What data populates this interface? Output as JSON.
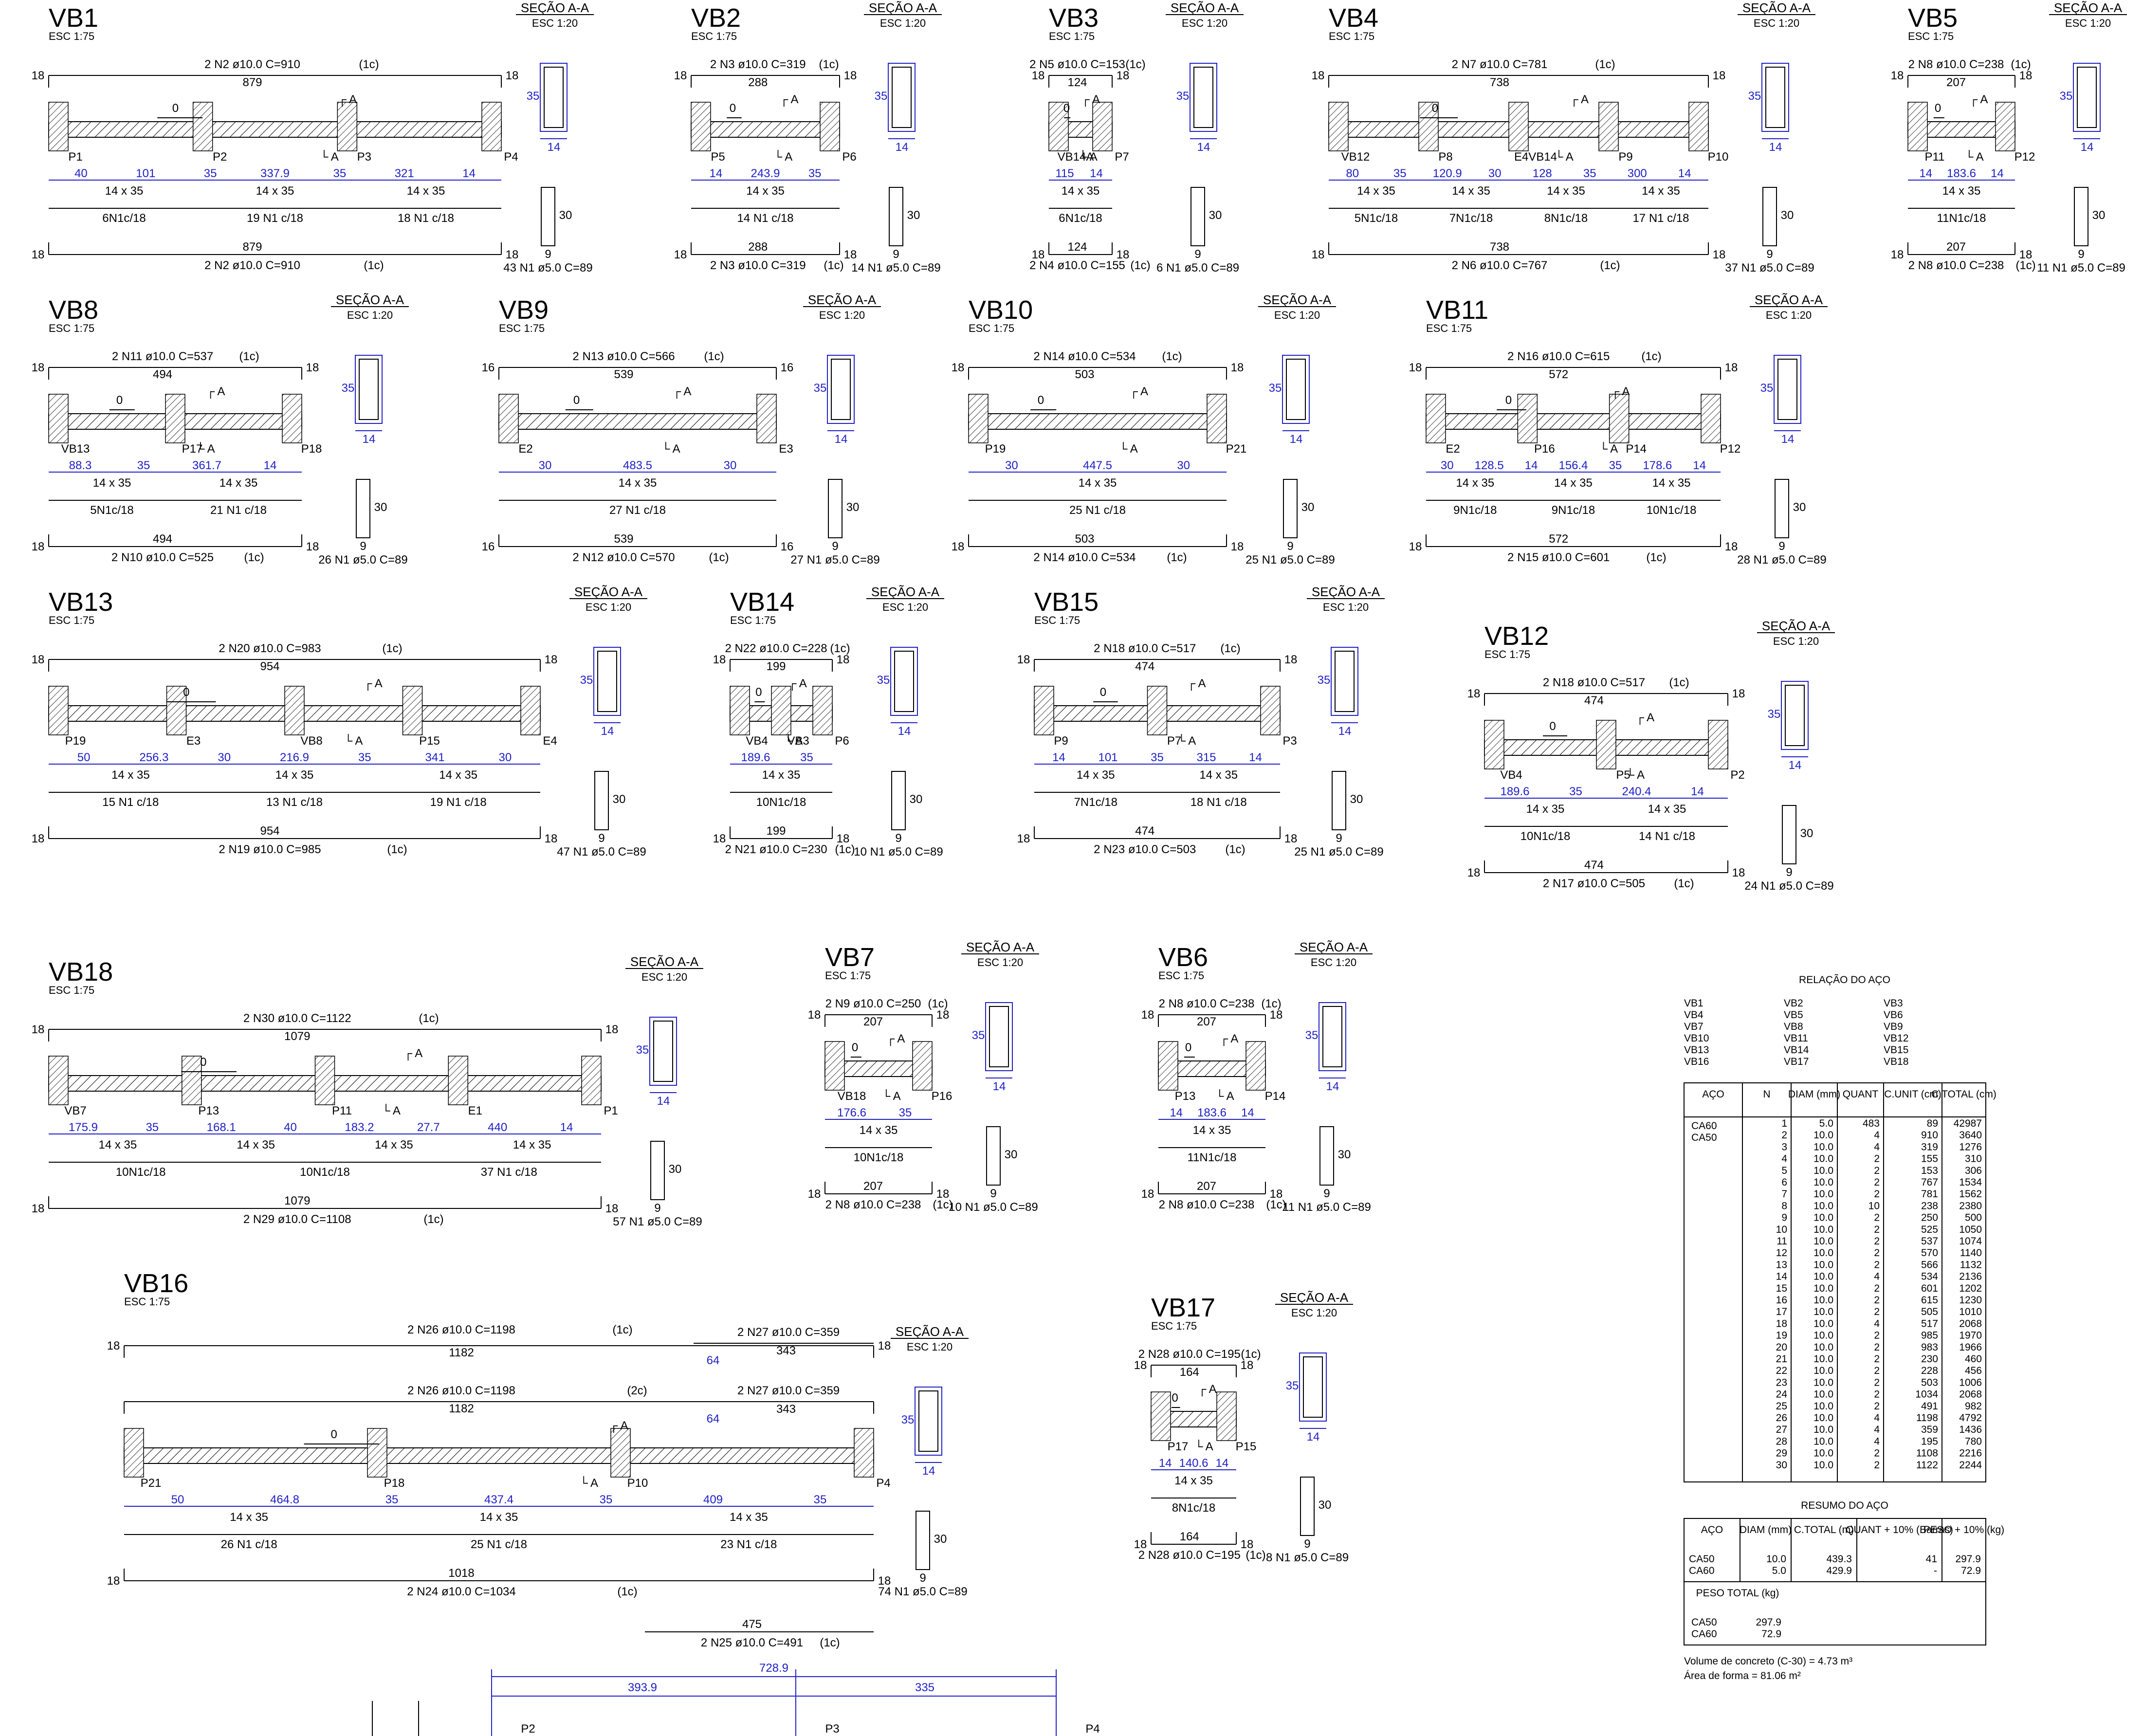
{
  "colors": {
    "ink": "#000000",
    "dimension": "#2020c8",
    "paper": "#ffffff"
  },
  "section_title": "SEÇÃO A-A",
  "section_scale": "ESC 1:20",
  "beam_scale": "ESC 1:75",
  "section_dims": {
    "height": "35",
    "width": "14",
    "stirrup_leg": "30",
    "stirrup_hook": "9"
  },
  "beams": [
    {
      "name": "VB1",
      "top": "2 N2 ø10.0 C=910",
      "top_len": "879",
      "bot": "2 N2 ø10.0 C=910",
      "bot_len": "879",
      "anch": "18",
      "spans": [
        [
          "40",
          "101",
          "35",
          "337.9",
          "35",
          "321",
          "14"
        ]
      ],
      "dims": [
        "14 x 35",
        "14 x 35",
        "14 x 35"
      ],
      "stir": [
        "6N1c/18",
        "19 N1 c/18",
        "18 N1 c/18"
      ],
      "supports": [
        "P1",
        "P2",
        "P3",
        "P4"
      ],
      "stirrups": "43 N1 ø5.0 C=89"
    },
    {
      "name": "VB2",
      "top": "2 N3 ø10.0 C=319",
      "top_len": "288",
      "bot": "2 N3 ø10.0 C=319",
      "bot_len": "288",
      "anch": "18",
      "spans": [
        [
          "14",
          "243.9",
          "35"
        ]
      ],
      "dims": [
        "14 x 35"
      ],
      "stir": [
        "14 N1 c/18"
      ],
      "supports": [
        "P5",
        "P6"
      ],
      "stirrups": "14 N1 ø5.0 C=89"
    },
    {
      "name": "VB3",
      "top": "2 N5 ø10.0 C=153",
      "top_len": "124",
      "bot": "2 N4 ø10.0 C=155",
      "bot_len": "124",
      "anch": "18",
      "spans": [
        [
          "115",
          "14"
        ]
      ],
      "dims": [
        "14 x 35"
      ],
      "stir": [
        "6N1c/18"
      ],
      "supports": [
        "VB14A",
        "P7"
      ],
      "stirrups": "6 N1 ø5.0 C=89"
    },
    {
      "name": "VB4",
      "top": "2 N7 ø10.0 C=781",
      "top_len": "738",
      "bot": "2 N6 ø10.0 C=767",
      "bot_len": "738",
      "anch": "18",
      "spans": [
        [
          "80",
          "35",
          "120.9",
          "30",
          "128",
          "35",
          "300",
          "14"
        ]
      ],
      "dims": [
        "14 x 35",
        "14 x 35",
        "14 x 35",
        "14 x 35"
      ],
      "stir": [
        "5N1c/18",
        "7N1c/18",
        "8N1c/18",
        "17 N1 c/18"
      ],
      "supports": [
        "VB12",
        "P8",
        "E4VB14",
        "P9",
        "P10"
      ],
      "stirrups": "37 N1 ø5.0 C=89"
    },
    {
      "name": "VB5",
      "top": "2 N8 ø10.0 C=238",
      "top_len": "207",
      "bot": "2 N8 ø10.0 C=238",
      "bot_len": "207",
      "anch": "18",
      "spans": [
        [
          "14",
          "183.6",
          "14"
        ]
      ],
      "dims": [
        "14 x 35"
      ],
      "stir": [
        "11N1c/18"
      ],
      "supports": [
        "P11",
        "P12"
      ],
      "stirrups": "11 N1 ø5.0 C=89"
    },
    {
      "name": "VB8",
      "top": "2 N11 ø10.0 C=537",
      "top_len": "494",
      "bot": "2 N10 ø10.0 C=525",
      "bot_len": "494",
      "anch": "18",
      "spans": [
        [
          "88.3",
          "35",
          "361.7",
          "14"
        ]
      ],
      "dims": [
        "14 x 35",
        "14 x 35"
      ],
      "stir": [
        "5N1c/18",
        "21 N1 c/18"
      ],
      "supports": [
        "VB13",
        "P17",
        "P18"
      ],
      "stirrups": "26 N1 ø5.0 C=89"
    },
    {
      "name": "VB9",
      "top": "2 N13 ø10.0 C=566",
      "top_len": "539",
      "bot": "2 N12 ø10.0 C=570",
      "bot_len": "539",
      "anch": "16",
      "spans": [
        [
          "30",
          "483.5",
          "30"
        ]
      ],
      "dims": [
        "14 x 35"
      ],
      "stir": [
        "27 N1 c/18"
      ],
      "supports": [
        "E2",
        "E3"
      ],
      "stirrups": "27 N1 ø5.0 C=89"
    },
    {
      "name": "VB10",
      "top": "2 N14 ø10.0 C=534",
      "top_len": "503",
      "bot": "2 N14 ø10.0 C=534",
      "bot_len": "503",
      "anch": "18",
      "spans": [
        [
          "30",
          "447.5",
          "30"
        ]
      ],
      "dims": [
        "14 x 35"
      ],
      "stir": [
        "25 N1 c/18"
      ],
      "supports": [
        "P19",
        "P21"
      ],
      "stirrups": "25 N1 ø5.0 C=89"
    },
    {
      "name": "VB11",
      "top": "2 N16 ø10.0 C=615",
      "top_len": "572",
      "bot": "2 N15 ø10.0 C=601",
      "bot_len": "572",
      "anch": "18",
      "spans": [
        [
          "30",
          "128.5",
          "14",
          "156.4",
          "35",
          "178.6",
          "14"
        ]
      ],
      "dims": [
        "14 x 35",
        "14 x 35",
        "14 x 35"
      ],
      "stir": [
        "9N1c/18",
        "9N1c/18",
        "10N1c/18"
      ],
      "supports": [
        "E2",
        "P16",
        "P14",
        "P12"
      ],
      "stirrups": "28 N1 ø5.0 C=89"
    },
    {
      "name": "VB13",
      "top": "2 N20 ø10.0 C=983",
      "top_len": "954",
      "bot": "2 N19 ø10.0 C=985",
      "bot_len": "954",
      "anch": "18",
      "spans": [
        [
          "50",
          "256.3",
          "30",
          "216.9",
          "35",
          "341",
          "30"
        ]
      ],
      "dims": [
        "14 x 35",
        "14 x 35",
        "14 x 35"
      ],
      "stir": [
        "15 N1 c/18",
        "13 N1 c/18",
        "19 N1 c/18"
      ],
      "supports": [
        "P19",
        "E3",
        "VB8",
        "P15",
        "E4"
      ],
      "stirrups": "47 N1 ø5.0 C=89"
    },
    {
      "name": "VB14",
      "top": "2 N22 ø10.0 C=228",
      "top_len": "199",
      "bot": "2 N21 ø10.0 C=230",
      "bot_len": "199",
      "anch": "18",
      "spans": [
        [
          "189.6",
          "35"
        ]
      ],
      "dims": [
        "14 x 35"
      ],
      "stir": [
        "10N1c/18"
      ],
      "supports": [
        "VB4",
        "VB3",
        "P6"
      ],
      "stirrups": "10 N1 ø5.0 C=89"
    },
    {
      "name": "VB15",
      "top": "2 N18 ø10.0 C=517",
      "top_len": "474",
      "bot": "2 N23 ø10.0 C=503",
      "bot_len": "474",
      "anch": "18",
      "spans": [
        [
          "14",
          "101",
          "35",
          "315",
          "14"
        ]
      ],
      "dims": [
        "14 x 35",
        "14 x 35"
      ],
      "stir": [
        "7N1c/18",
        "18 N1 c/18"
      ],
      "supports": [
        "P9",
        "P7",
        "P3"
      ],
      "stirrups": "25 N1 ø5.0 C=89"
    },
    {
      "name": "VB12",
      "top": "2 N18 ø10.0 C=517",
      "top_len": "474",
      "bot": "2 N17 ø10.0 C=505",
      "bot_len": "474",
      "anch": "18",
      "spans": [
        [
          "189.6",
          "35",
          "240.4",
          "14"
        ]
      ],
      "dims": [
        "14 x 35",
        "14 x 35"
      ],
      "stir": [
        "10N1c/18",
        "14 N1 c/18"
      ],
      "supports": [
        "VB4",
        "P5",
        "P2"
      ],
      "stirrups": "24 N1 ø5.0 C=89"
    },
    {
      "name": "VB18",
      "top": "2 N30 ø10.0 C=1122",
      "top_len": "1079",
      "bot": "2 N29 ø10.0 C=1108",
      "bot_len": "1079",
      "anch": "18",
      "spans": [
        [
          "175.9",
          "35",
          "168.1",
          "40",
          "183.2",
          "27.7",
          "440",
          "14"
        ]
      ],
      "dims": [
        "14 x 35",
        "14 x 35",
        "14 x 35",
        "14 x 35"
      ],
      "stir": [
        "10N1c/18",
        "10N1c/18",
        "37 N1 c/18"
      ],
      "supports": [
        "VB7",
        "P13",
        "P11",
        "E1",
        "P1"
      ],
      "stirrups": "57 N1 ø5.0 C=89"
    },
    {
      "name": "VB7",
      "top": "2 N9 ø10.0 C=250",
      "top_len": "207",
      "bot": "2 N8 ø10.0 C=238",
      "bot_len": "207",
      "anch": "18",
      "spans": [
        [
          "176.6",
          "35"
        ]
      ],
      "dims": [
        "14 x 35"
      ],
      "stir": [
        "10N1c/18"
      ],
      "supports": [
        "VB18",
        "P16"
      ],
      "stirrups": "10 N1 ø5.0 C=89"
    },
    {
      "name": "VB6",
      "top": "2 N8 ø10.0 C=238",
      "top_len": "207",
      "bot": "2 N8 ø10.0 C=238",
      "bot_len": "207",
      "anch": "18",
      "spans": [
        [
          "14",
          "183.6",
          "14"
        ]
      ],
      "dims": [
        "14 x 35"
      ],
      "stir": [
        "11N1c/18"
      ],
      "supports": [
        "P13",
        "P14"
      ],
      "stirrups": "11 N1 ø5.0 C=89"
    },
    {
      "name": "VB16",
      "top": "2 N26 ø10.0 C=1198",
      "top_len": "1182",
      "top2": "2 N26 ø10.0 C=1198",
      "extra": "2 N27 ø10.0 C=359",
      "extra_len": "343",
      "extra_anch": "64",
      "bot": "2 N24 ø10.0 C=1034",
      "bot_len": "1018",
      "bot2": "2 N25 ø10.0 C=491",
      "bot2_len": "475",
      "anch": "18",
      "spans": [
        [
          "50",
          "464.8",
          "35",
          "437.4",
          "35",
          "409",
          "35"
        ]
      ],
      "dims": [
        "14 x 35",
        "14 x 35",
        "14 x 35"
      ],
      "stir": [
        "26 N1 c/18",
        "25 N1 c/18",
        "23 N1 c/18"
      ],
      "supports": [
        "P21",
        "P18",
        "P10",
        "P4"
      ],
      "stirrups": "74 N1 ø5.0 C=89"
    },
    {
      "name": "VB17",
      "top": "2 N28 ø10.0 C=195",
      "top_len": "164",
      "bot": "2 N28 ø10.0 C=195",
      "bot_len": "164",
      "anch": "18",
      "spans": [
        [
          "14",
          "140.6",
          "14"
        ]
      ],
      "dims": [
        "14 x 35"
      ],
      "stir": [
        "8N1c/18"
      ],
      "supports": [
        "P17",
        "P15"
      ],
      "stirrups": "8 N1 ø5.0 C=89"
    }
  ],
  "steel_relation": {
    "title": "RELAÇÃO DO AÇO",
    "beam_list": [
      [
        "VB1",
        "VB2",
        "VB3"
      ],
      [
        "VB4",
        "VB5",
        "VB6"
      ],
      [
        "VB7",
        "VB8",
        "VB9"
      ],
      [
        "VB10",
        "VB11",
        "VB12"
      ],
      [
        "VB13",
        "VB14",
        "VB15"
      ],
      [
        "VB16",
        "VB17",
        "VB18"
      ]
    ],
    "headers": [
      "AÇO",
      "N",
      "DIAM (mm)",
      "QUANT",
      "C.UNIT (cm)",
      "C.TOTAL (cm)"
    ],
    "grades": [
      "CA60",
      "CA50"
    ],
    "rows": [
      [
        "1",
        "5.0",
        "483",
        "89",
        "42987"
      ],
      [
        "2",
        "10.0",
        "4",
        "910",
        "3640"
      ],
      [
        "3",
        "10.0",
        "4",
        "319",
        "1276"
      ],
      [
        "4",
        "10.0",
        "2",
        "155",
        "310"
      ],
      [
        "5",
        "10.0",
        "2",
        "153",
        "306"
      ],
      [
        "6",
        "10.0",
        "2",
        "767",
        "1534"
      ],
      [
        "7",
        "10.0",
        "2",
        "781",
        "1562"
      ],
      [
        "8",
        "10.0",
        "10",
        "238",
        "2380"
      ],
      [
        "9",
        "10.0",
        "2",
        "250",
        "500"
      ],
      [
        "10",
        "10.0",
        "2",
        "525",
        "1050"
      ],
      [
        "11",
        "10.0",
        "2",
        "537",
        "1074"
      ],
      [
        "12",
        "10.0",
        "2",
        "570",
        "1140"
      ],
      [
        "13",
        "10.0",
        "2",
        "566",
        "1132"
      ],
      [
        "14",
        "10.0",
        "4",
        "534",
        "2136"
      ],
      [
        "15",
        "10.0",
        "2",
        "601",
        "1202"
      ],
      [
        "16",
        "10.0",
        "2",
        "615",
        "1230"
      ],
      [
        "17",
        "10.0",
        "2",
        "505",
        "1010"
      ],
      [
        "18",
        "10.0",
        "4",
        "517",
        "2068"
      ],
      [
        "19",
        "10.0",
        "2",
        "985",
        "1970"
      ],
      [
        "20",
        "10.0",
        "2",
        "983",
        "1966"
      ],
      [
        "21",
        "10.0",
        "2",
        "230",
        "460"
      ],
      [
        "22",
        "10.0",
        "2",
        "228",
        "456"
      ],
      [
        "23",
        "10.0",
        "2",
        "503",
        "1006"
      ],
      [
        "24",
        "10.0",
        "2",
        "1034",
        "2068"
      ],
      [
        "25",
        "10.0",
        "2",
        "491",
        "982"
      ],
      [
        "26",
        "10.0",
        "4",
        "1198",
        "4792"
      ],
      [
        "27",
        "10.0",
        "4",
        "359",
        "1436"
      ],
      [
        "28",
        "10.0",
        "4",
        "195",
        "780"
      ],
      [
        "29",
        "10.0",
        "2",
        "1108",
        "2216"
      ],
      [
        "30",
        "10.0",
        "2",
        "1122",
        "2244"
      ]
    ]
  },
  "steel_summary": {
    "title": "RESUMO DO AÇO",
    "headers": [
      "AÇO",
      "DIAM (mm)",
      "C.TOTAL (m)",
      "QUANT + 10% (Barras)",
      "PESO + 10% (kg)"
    ],
    "rows": [
      [
        "CA50",
        "10.0",
        "439.3",
        "41",
        "297.9"
      ],
      [
        "CA60",
        "5.0",
        "429.9",
        "-",
        "72.9"
      ]
    ],
    "total_label": "PESO TOTAL (kg)",
    "totals": [
      [
        "CA50",
        "297.9"
      ],
      [
        "CA60",
        "72.9"
      ]
    ],
    "concrete": "Volume de concreto (C-30) = 4.73 m³",
    "formwork": "Área de forma = 81.06 m²"
  },
  "bottom_detail": {
    "total": "728.9",
    "left": "393.9",
    "right": "335",
    "labels": [
      "P2",
      "P3",
      "P4"
    ]
  }
}
